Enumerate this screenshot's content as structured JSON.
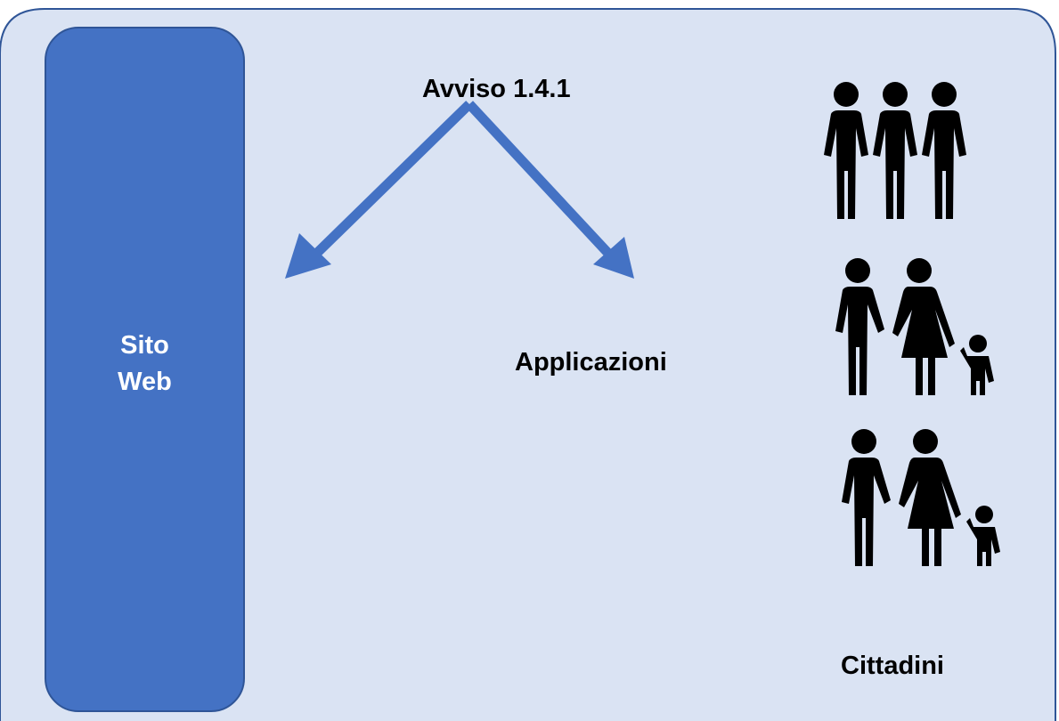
{
  "diagram": {
    "title": "Avviso 1.4.1",
    "site": {
      "line1": "Sito",
      "line2": "Web"
    },
    "apps_label": "Applicazioni",
    "citizens_label": "Cittadini",
    "colors": {
      "background": "#dae3f3",
      "border": "#2f5597",
      "site_fill": "#4472c4",
      "arrow": "#4472c4",
      "figure": "#000000"
    },
    "icons": [
      "three-people-icon",
      "family-icon",
      "family-icon"
    ]
  }
}
